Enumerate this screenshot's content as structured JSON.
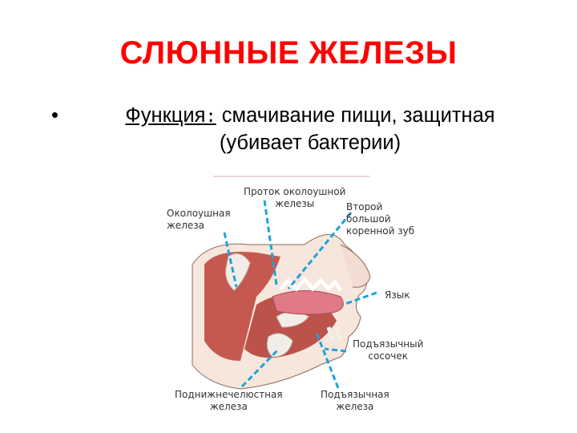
{
  "title": "СЛЮННЫЕ ЖЕЛЕЗЫ",
  "bullet": {
    "term": "Функция",
    "colon": ":",
    "text_line1": " смачивание пищи, защитная",
    "text_line2": "(убивает бактерии)"
  },
  "figure": {
    "labels": {
      "parotid_duct_1": "Проток околоушной",
      "parotid_duct_2": "железы",
      "parotid_gland_1": "Околоушная",
      "parotid_gland_2": "железа",
      "second_molar_1": "Второй",
      "second_molar_2": "большой",
      "second_molar_3": "коренной зуб",
      "tongue": "Язык",
      "sublingual_papilla_1": "Подъязычный",
      "sublingual_papilla_2": "сосочек",
      "submandibular_1": "Поднижнечелюстная",
      "submandibular_2": "железа",
      "sublingual_gland_1": "Подъязычная",
      "sublingual_gland_2": "железа"
    },
    "colors": {
      "leader_line": "#1ca3dc",
      "muscle": "#c0493f",
      "gland": "#f2ede6"
    }
  }
}
